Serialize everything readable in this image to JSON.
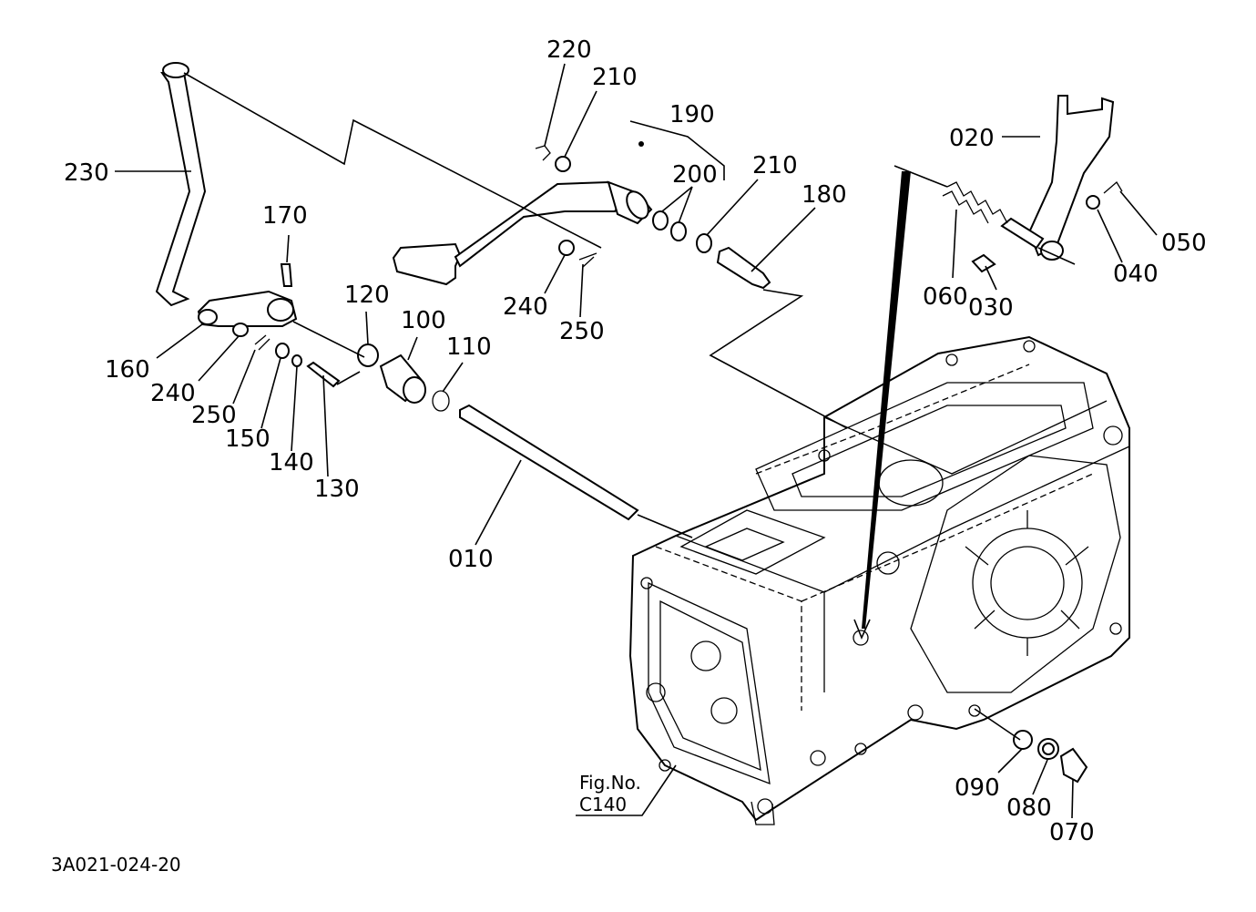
{
  "diagram": {
    "drawing_number": "3A021-024-20",
    "figure_ref": {
      "line1": "Fig.No.",
      "line2": "C140"
    },
    "parts": [
      {
        "id": "p010",
        "label": "010"
      },
      {
        "id": "p020",
        "label": "020"
      },
      {
        "id": "p030",
        "label": "030"
      },
      {
        "id": "p040",
        "label": "040"
      },
      {
        "id": "p050",
        "label": "050"
      },
      {
        "id": "p060",
        "label": "060"
      },
      {
        "id": "p070",
        "label": "070"
      },
      {
        "id": "p080",
        "label": "080"
      },
      {
        "id": "p090",
        "label": "090"
      },
      {
        "id": "p100",
        "label": "100"
      },
      {
        "id": "p110",
        "label": "110"
      },
      {
        "id": "p120",
        "label": "120"
      },
      {
        "id": "p130",
        "label": "130"
      },
      {
        "id": "p140",
        "label": "140"
      },
      {
        "id": "p150",
        "label": "150"
      },
      {
        "id": "p160",
        "label": "160"
      },
      {
        "id": "p170",
        "label": "170"
      },
      {
        "id": "p180",
        "label": "180"
      },
      {
        "id": "p190",
        "label": "190"
      },
      {
        "id": "p200",
        "label": "200"
      },
      {
        "id": "p210a",
        "label": "210"
      },
      {
        "id": "p210b",
        "label": "210"
      },
      {
        "id": "p220",
        "label": "220"
      },
      {
        "id": "p230",
        "label": "230"
      },
      {
        "id": "p240a",
        "label": "240"
      },
      {
        "id": "p240b",
        "label": "240"
      },
      {
        "id": "p250a",
        "label": "250"
      },
      {
        "id": "p250b",
        "label": "250"
      }
    ]
  }
}
